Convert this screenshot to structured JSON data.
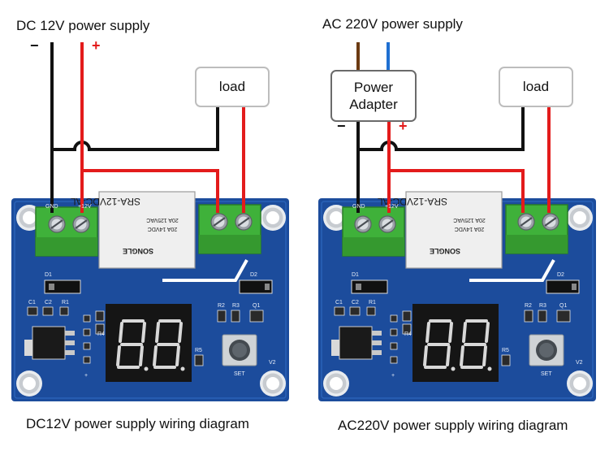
{
  "left": {
    "title": "DC 12V power supply",
    "minus": "−",
    "plus": "+",
    "load": "load",
    "caption": "DC12V power supply wiring diagram"
  },
  "right": {
    "title": "AC 220V power supply",
    "adapter_line1": "Power",
    "adapter_line2": "Adapter",
    "minus": "−",
    "plus": "+",
    "load": "load",
    "caption": "AC220V power supply wiring diagram"
  },
  "board": {
    "relay_model": "SRA-12VDC-AL",
    "relay_rating1": "20A 125VAC",
    "relay_rating2": "20A 14VDC",
    "relay_brand": "SONGLE",
    "label_gnd": "GND",
    "label_12v": "+12V",
    "label_d1": "D1",
    "label_d2": "D2",
    "label_c1": "C1",
    "label_c2": "C2",
    "label_r1": "R1",
    "label_r2": "R2",
    "label_r3": "R3",
    "label_r4": "R4",
    "label_r5": "R5",
    "label_q1": "Q1",
    "label_set": "SET",
    "label_v2": "V2",
    "label_plus": "+"
  },
  "colors": {
    "wire_red": "#e31b1b",
    "wire_black": "#111111",
    "wire_brown": "#6b3a12",
    "wire_blue": "#1f6fd1",
    "pcb": "#1c4c9c",
    "terminal": "#3fb13a"
  }
}
